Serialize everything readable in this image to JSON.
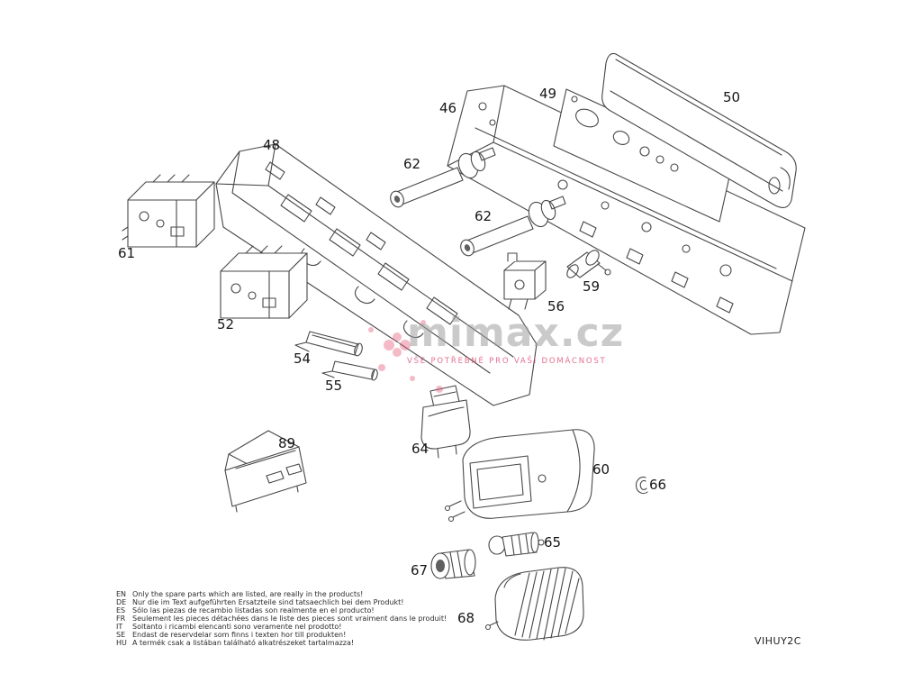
{
  "page": {
    "background": "#ffffff",
    "line_color": "#474747"
  },
  "watermark": {
    "title": "mimax.cz",
    "subtitle": "VŠE POTŘEBNÉ PRO VAŠI DOMÁCNOST",
    "title_color": "#9e9e9e",
    "accent_color": "#de567a"
  },
  "footer": {
    "code": "VIHUY2C"
  },
  "parts": [
    {
      "label": "46"
    },
    {
      "label": "48"
    },
    {
      "label": "49"
    },
    {
      "label": "50"
    },
    {
      "label": "52"
    },
    {
      "label": "54"
    },
    {
      "label": "55"
    },
    {
      "label": "56"
    },
    {
      "label": "59"
    },
    {
      "label": "60"
    },
    {
      "label": "61"
    },
    {
      "label": "62"
    },
    {
      "label": "62"
    },
    {
      "label": "64"
    },
    {
      "label": "65"
    },
    {
      "label": "66"
    },
    {
      "label": "67"
    },
    {
      "label": "68"
    },
    {
      "label": "89"
    }
  ],
  "disclaimer": [
    {
      "code": "EN",
      "text": "Only the spare parts which are listed, are really in the products!"
    },
    {
      "code": "DE",
      "text": "Nur die im Text aufgeführten Ersatzteile sind tatsaechlich bei dem Produkt!"
    },
    {
      "code": "ES",
      "text": "Sólo las piezas de recambio  listadas son realmente en el producto!"
    },
    {
      "code": "FR",
      "text": "Seulement les pieces détachées dans le liste des pieces sont vraiment dans le produit!"
    },
    {
      "code": "IT",
      "text": "Soltanto i ricambi elencanti sono veramente nel prodotto!"
    },
    {
      "code": "SE",
      "text": "Endast de reservdelar som finns i texten hor till produkten!"
    },
    {
      "code": "HU",
      "text": "A termék csak a listában található alkatrészeket tartalmazza!"
    }
  ]
}
